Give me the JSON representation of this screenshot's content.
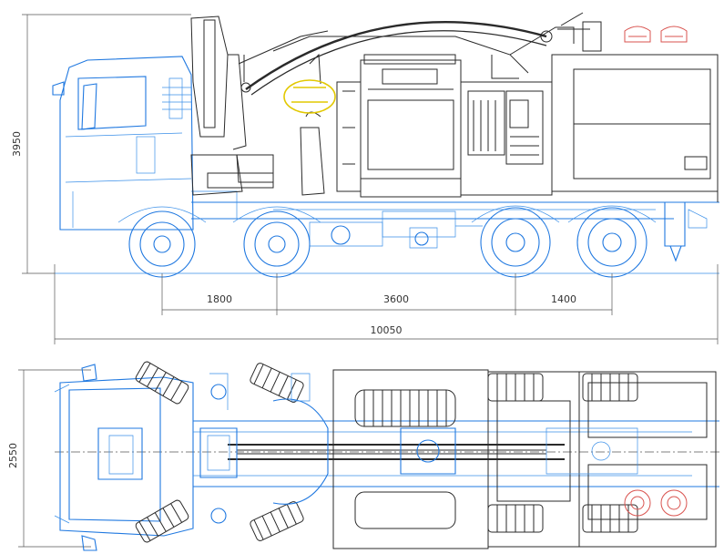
{
  "dimensions": {
    "height": "3950",
    "axle_1": "1800",
    "axle_2": "3600",
    "axle_3": "1400",
    "total_length": "10050",
    "width": "2550"
  },
  "colors": {
    "chassis_blue": "#1f78e0",
    "equipment_black": "#2a2a2a",
    "accent_red": "#d9534f",
    "accent_yellow": "#e2c800"
  }
}
